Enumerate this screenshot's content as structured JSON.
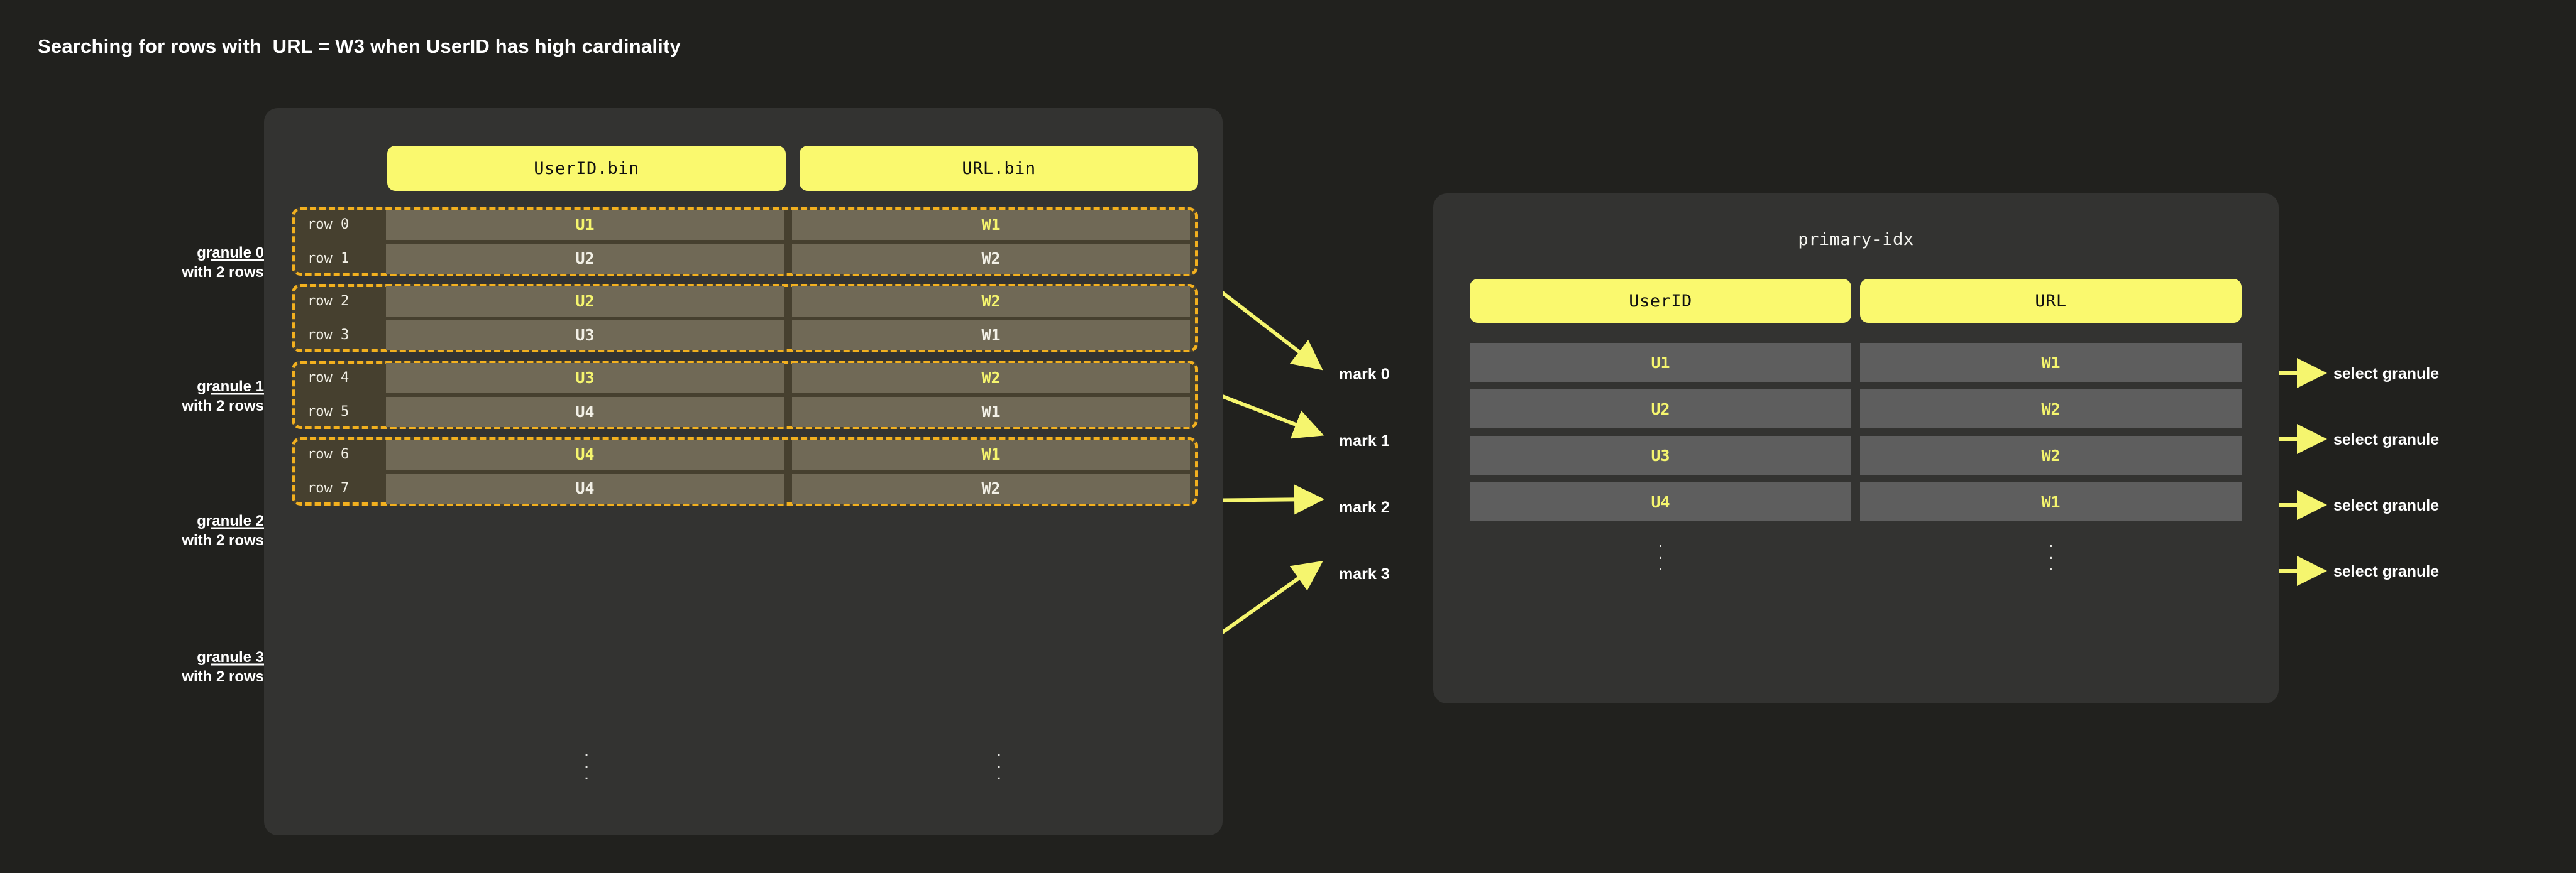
{
  "title": "Searching for rows with  URL = W3 when UserID has high cardinality",
  "colors": {
    "page_bg": "#21211e",
    "panel_bg": "#333331",
    "accent_yellow": "#faf96e",
    "highlight_text": "#f5f56e",
    "granule_border": "#f2b01f",
    "granule_bg": "#46402f",
    "cell_bg": "#706956",
    "idx_cell_bg": "#5e5e5e",
    "arrow_white": "#ffffff",
    "arrow_yellow": "#f5f56e"
  },
  "data_panel": {
    "columns": [
      "UserID.bin",
      "URL.bin"
    ],
    "ellipsis": "⋮",
    "granules": [
      {
        "note": "granule 0\nwith 2 rows",
        "rows": [
          {
            "label": "row 0",
            "userid": "U1",
            "url": "W1",
            "highlight": true
          },
          {
            "label": "row 1",
            "userid": "U2",
            "url": "W2",
            "highlight": false
          }
        ]
      },
      {
        "note": "granule 1\nwith 2 rows",
        "rows": [
          {
            "label": "row 2",
            "userid": "U2",
            "url": "W2",
            "highlight": true
          },
          {
            "label": "row 3",
            "userid": "U3",
            "url": "W1",
            "highlight": false
          }
        ]
      },
      {
        "note": "granule 2\nwith 2 rows",
        "rows": [
          {
            "label": "row 4",
            "userid": "U3",
            "url": "W2",
            "highlight": true
          },
          {
            "label": "row 5",
            "userid": "U4",
            "url": "W1",
            "highlight": false
          }
        ]
      },
      {
        "note": "granule 3\nwith 2 rows",
        "rows": [
          {
            "label": "row 6",
            "userid": "U4",
            "url": "W1",
            "highlight": true
          },
          {
            "label": "row 7",
            "userid": "U4",
            "url": "W2",
            "highlight": false
          }
        ]
      }
    ]
  },
  "marks": [
    "mark 0",
    "mark 1",
    "mark 2",
    "mark 3"
  ],
  "index_panel": {
    "title": "primary-idx",
    "columns": [
      "UserID",
      "URL"
    ],
    "ellipsis": "⋮",
    "rows": [
      {
        "userid": "U1",
        "url": "W1"
      },
      {
        "userid": "U2",
        "url": "W2"
      },
      {
        "userid": "U3",
        "url": "W2"
      },
      {
        "userid": "U4",
        "url": "W1"
      }
    ],
    "actions": [
      "select granule",
      "select granule",
      "select granule",
      "select granule"
    ]
  }
}
